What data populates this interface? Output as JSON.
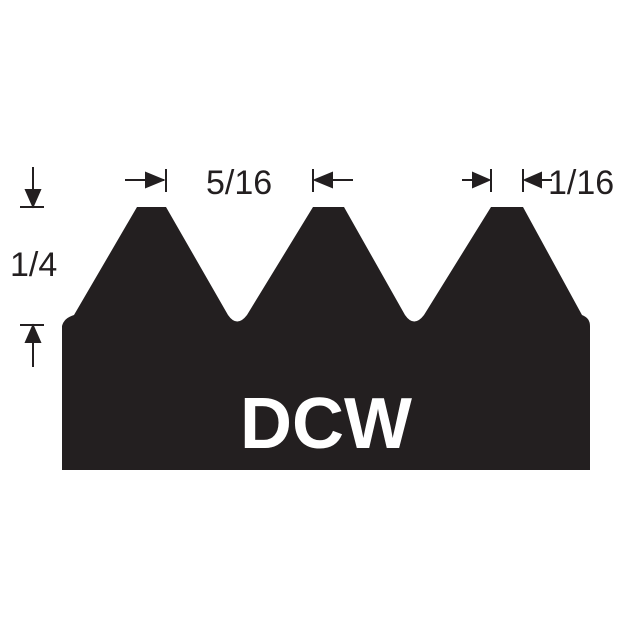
{
  "profile": {
    "label": "DCW",
    "fill": "#231f20",
    "text_color": "#ffffff"
  },
  "dimensions": {
    "height": "1/4",
    "pitch": "5/16",
    "flat": "1/16"
  }
}
